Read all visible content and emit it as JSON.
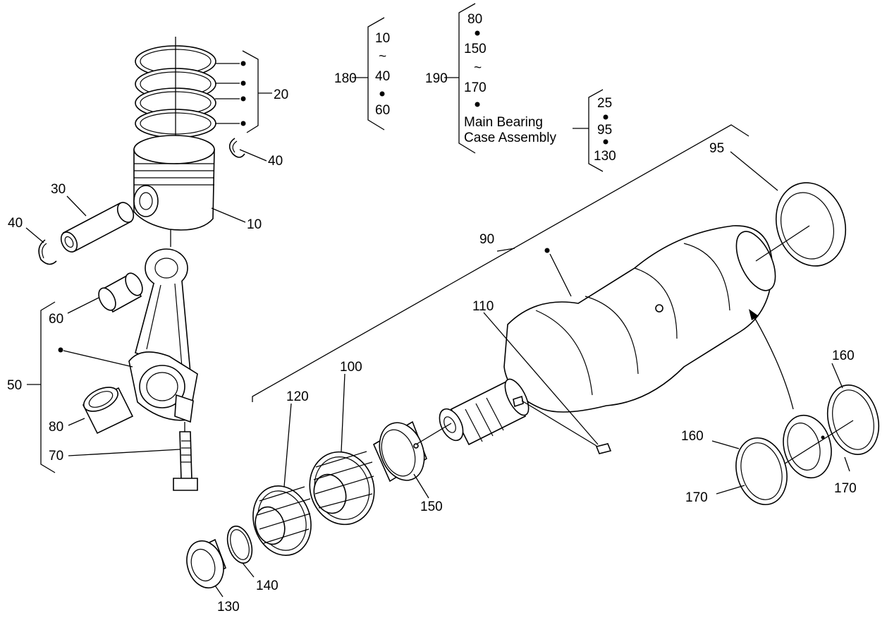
{
  "callouts": {
    "c20": "20",
    "c40a": "40",
    "c30": "30",
    "c10": "10",
    "c40b": "40",
    "c60": "60",
    "c50": "50",
    "c80": "80",
    "c70": "70",
    "c90": "90",
    "c95": "95",
    "c110": "110",
    "c120": "120",
    "c100": "100",
    "c150": "150",
    "c130": "130",
    "c140": "140",
    "c160a": "160",
    "c160b": "160",
    "c170a": "170",
    "c170b": "170"
  },
  "group180": {
    "label": "180",
    "lines": [
      "10",
      "~",
      "40",
      "60"
    ]
  },
  "group190": {
    "label": "190",
    "lines": [
      "80",
      "150",
      "~",
      "170",
      "Main Bearing",
      "Case Assembly"
    ]
  },
  "main_bearing_group": {
    "lines": [
      "25",
      "95",
      "130"
    ]
  }
}
